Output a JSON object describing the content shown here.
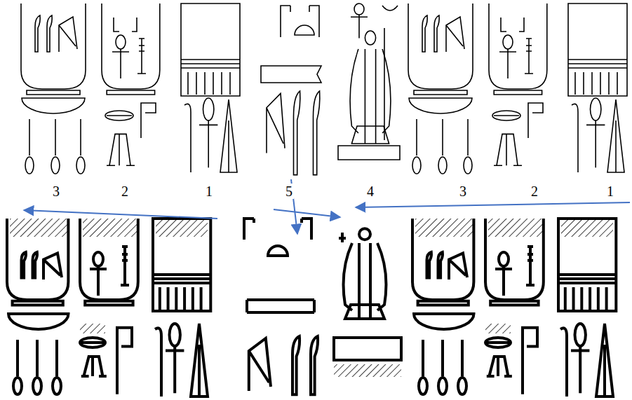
{
  "diagram": {
    "labels": [
      "3",
      "2",
      "1",
      "5",
      "4",
      "3",
      "2",
      "1"
    ]
  }
}
